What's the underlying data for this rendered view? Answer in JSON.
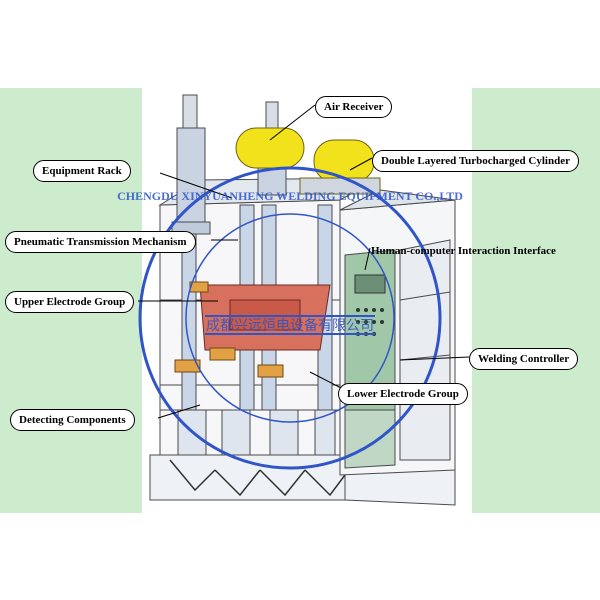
{
  "colors": {
    "side_panel": "#cdeccd",
    "cylinder_yellow": "#f2e21c",
    "electrode_red": "#d8705e",
    "frame_blue": "#8ea6c7",
    "stamp_blue": "#2f55c9",
    "cabinet_green": "#9fc7a8"
  },
  "labels": {
    "air_receiver": "Air Receiver",
    "turbo_cylinder": "Double Layered Turbocharged Cylinder",
    "equipment_rack": "Equipment Rack",
    "pneumatic": "Pneumatic Transmission Mechanism",
    "hci": "Human-computer Interaction Interface",
    "upper_electrode": "Upper Electrode Group",
    "welding_controller": "Welding Controller",
    "lower_electrode": "Lower Electrode Group",
    "detecting": "Detecting Components"
  },
  "stamp": {
    "outer_text": "CHENGDU XINYUANHENG WELDING EQUIPMENT CO.,LTD",
    "inner_text": "成都兴远恒电设备有限公司"
  }
}
